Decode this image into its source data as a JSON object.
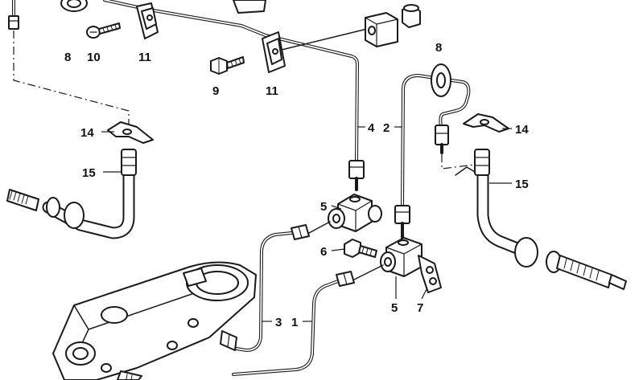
{
  "diagram": {
    "labels": [
      {
        "id": "label-8-left",
        "text": "8"
      },
      {
        "id": "label-10",
        "text": "10"
      },
      {
        "id": "label-11-left",
        "text": "11"
      },
      {
        "id": "label-9",
        "text": "9"
      },
      {
        "id": "label-11-right",
        "text": "11"
      },
      {
        "id": "label-8-right",
        "text": "8"
      },
      {
        "id": "label-4",
        "text": "4"
      },
      {
        "id": "label-2",
        "text": "2"
      },
      {
        "id": "label-14-left",
        "text": "14"
      },
      {
        "id": "label-14-right",
        "text": "14"
      },
      {
        "id": "label-15-left",
        "text": "15"
      },
      {
        "id": "label-15-right",
        "text": "15"
      },
      {
        "id": "label-5-upper",
        "text": "5"
      },
      {
        "id": "label-6",
        "text": "6"
      },
      {
        "id": "label-5-lower",
        "text": "5"
      },
      {
        "id": "label-7",
        "text": "7"
      },
      {
        "id": "label-3",
        "text": "3"
      },
      {
        "id": "label-1",
        "text": "1"
      }
    ]
  }
}
